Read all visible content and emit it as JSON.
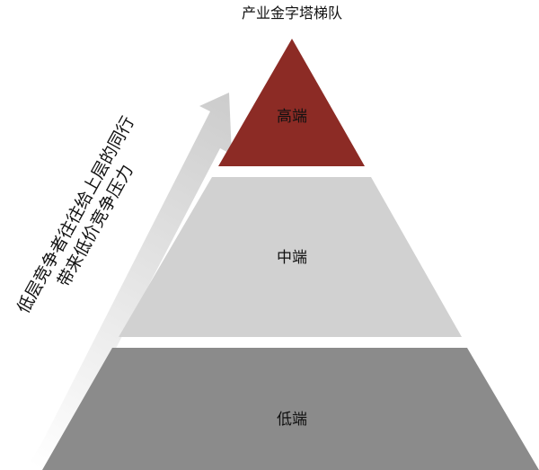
{
  "title": "产业金字塔梯队",
  "tiers": [
    {
      "label": "高端",
      "color": "#8c2b25"
    },
    {
      "label": "中端",
      "color": "#d1d1d1"
    },
    {
      "label": "低端",
      "color": "#8b8b8b"
    }
  ],
  "arrow_text": {
    "line1": "低层竞争者往往给上层的同行",
    "line2": "带来低价竞争压力"
  },
  "arrow_color": "#cfcfcf"
}
